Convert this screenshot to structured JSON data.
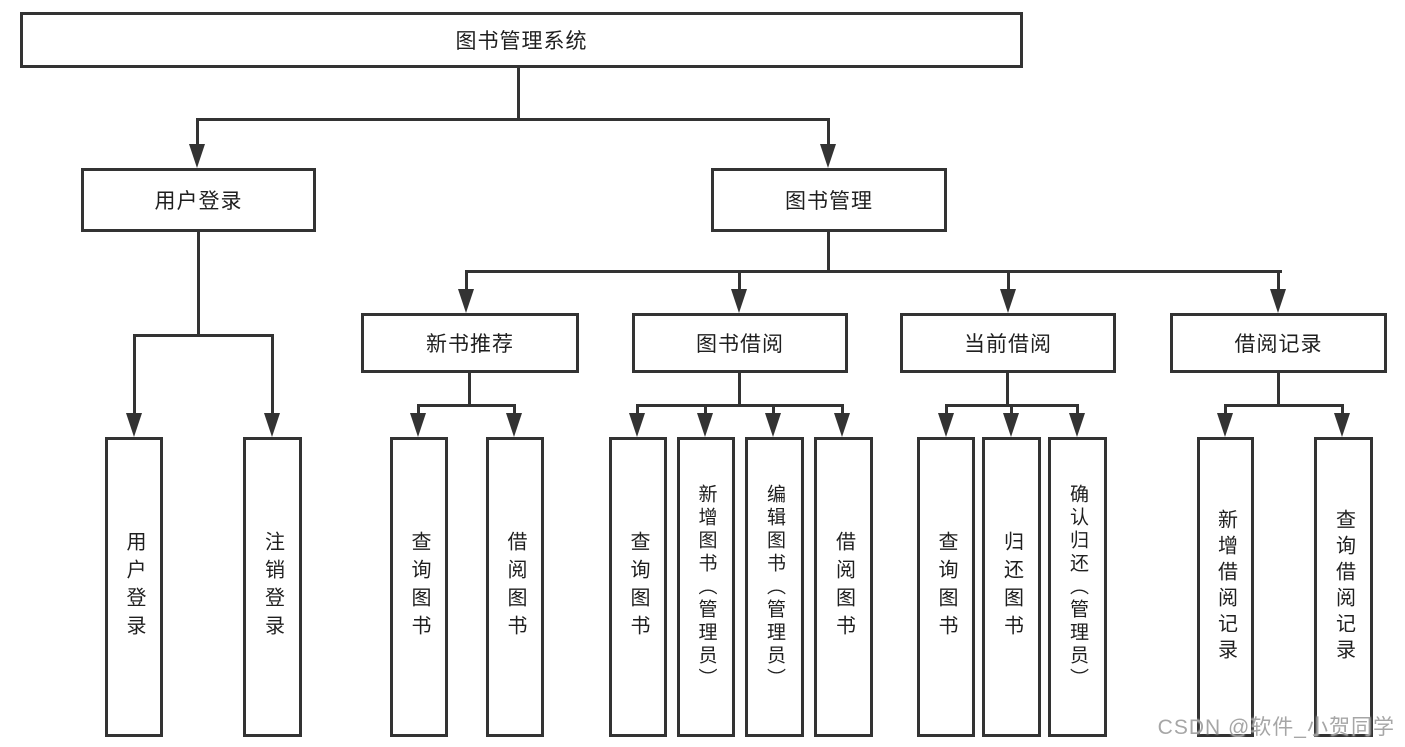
{
  "diagram": {
    "title_node": {
      "label": "图书管理系统"
    },
    "level2": [
      {
        "label": "用户登录"
      },
      {
        "label": "图书管理"
      }
    ],
    "level3": [
      {
        "label": "新书推荐"
      },
      {
        "label": "图书借阅"
      },
      {
        "label": "当前借阅"
      },
      {
        "label": "借阅记录"
      }
    ],
    "leaves": {
      "user_login": [
        {
          "label": "用户登录"
        },
        {
          "label": "注销登录"
        }
      ],
      "new_book": [
        {
          "label": "查询图书"
        },
        {
          "label": "借阅图书"
        }
      ],
      "book_borrow": [
        {
          "label": "查询图书"
        },
        {
          "label": "新增图书（管理员）"
        },
        {
          "label": "编辑图书（管理员）"
        },
        {
          "label": "借阅图书"
        }
      ],
      "current_borrow": [
        {
          "label": "查询图书"
        },
        {
          "label": "归还图书"
        },
        {
          "label": "确认归还（管理员）"
        }
      ],
      "records": [
        {
          "label": "新增借阅记录"
        },
        {
          "label": "查询借阅记录"
        }
      ]
    },
    "colors": {
      "line": "#333333",
      "text": "#1f1f1f",
      "background": "#ffffff",
      "watermark": "#9e9e9e"
    }
  },
  "watermark": {
    "text": "CSDN @软件_小贺同学"
  }
}
